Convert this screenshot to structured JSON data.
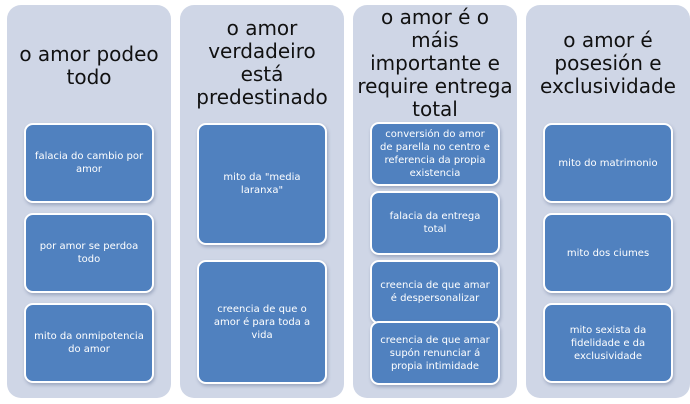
{
  "columns": [
    {
      "title": "o amor podeo todo",
      "items": [
        "falacia do cambio por amor",
        "por amor se perdoa todo",
        "mito da onmipotencia do amor"
      ]
    },
    {
      "title": "o amor verdadeiro está predestinado",
      "items": [
        "mito da \"media laranxa\"",
        "creencia de que o amor é para toda a vida"
      ]
    },
    {
      "title": "o amor é o máis importante e require entrega total",
      "items": [
        "conversión do amor de parella no centro e referencia da propia existencia",
        "falacia da entrega total",
        "creencia de que amar é despersonalizar",
        "creencia de que amar supón renunciar á propia intimidade"
      ]
    },
    {
      "title": "o amor é posesión e exclusividade",
      "items": [
        "mito do matrimonio",
        "mito dos ciumes",
        "mito sexista da fidelidade e da exclusividade"
      ]
    }
  ],
  "colors": {
    "column_background": "#cfd6e6",
    "box_fill": "#5081bf",
    "box_border": "#ffffff",
    "title_text": "#111111",
    "box_text": "#ffffff"
  }
}
